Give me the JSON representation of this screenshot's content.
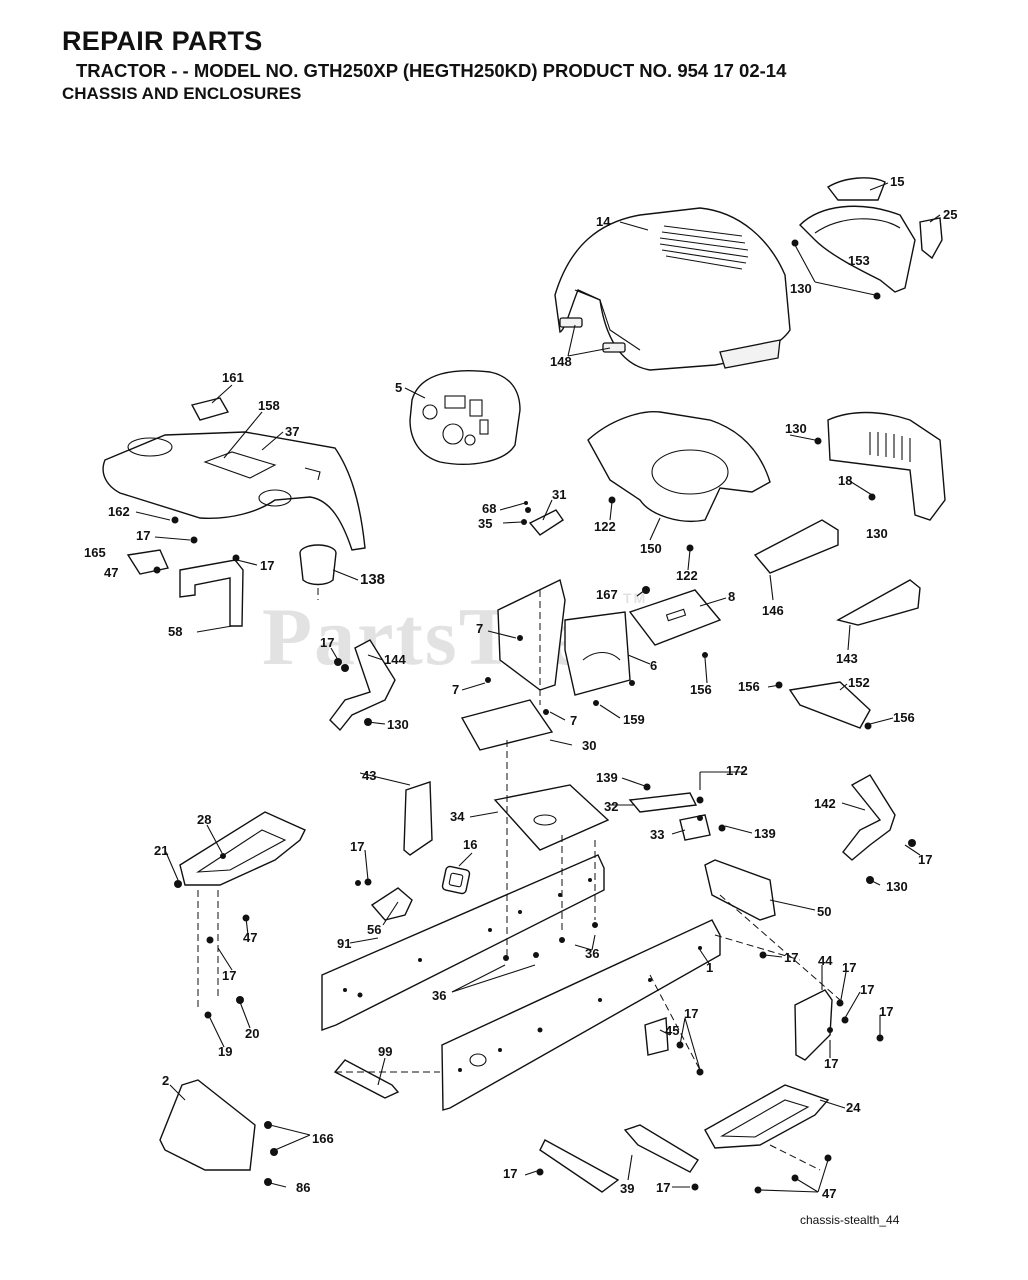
{
  "header": {
    "title": "REPAIR PARTS",
    "subtitle": "TRACTOR - - MODEL NO. GTH250XP (HEGTH250KD) PRODUCT NO. 954 17 02-14",
    "section": "CHASSIS AND ENCLOSURES"
  },
  "watermark": "PartsTree",
  "watermark_tm": "TM",
  "caption": "chassis-stealth_44",
  "callouts": {
    "c14": "14",
    "c15": "15",
    "c25": "25",
    "c153": "153",
    "c130a": "130",
    "c148": "148",
    "c5": "5",
    "c161": "161",
    "c158": "158",
    "c37": "37",
    "c162": "162",
    "c17a": "17",
    "c165": "165",
    "c47a": "47",
    "c17b": "17",
    "c138": "138",
    "c58": "58",
    "c130b": "130",
    "c18": "18",
    "c130c": "130",
    "c122a": "122",
    "c150": "150",
    "c122b": "122",
    "c146": "146",
    "c143": "143",
    "c68": "68",
    "c31": "31",
    "c35": "35",
    "c167": "167",
    "c8": "8",
    "c7a": "7",
    "c6": "6",
    "c156a": "156",
    "c156b": "156",
    "c152": "152",
    "c156c": "156",
    "c17c": "17",
    "c144": "144",
    "c7b": "7",
    "c159": "159",
    "c7c": "7",
    "c130d": "130",
    "c30": "30",
    "c43": "43",
    "c139a": "139",
    "c172": "172",
    "c32": "32",
    "c142": "142",
    "c34": "34",
    "c33": "33",
    "c139b": "139",
    "c28": "28",
    "c16": "16",
    "c21": "21",
    "c17d": "17",
    "c17e": "17",
    "c130e": "130",
    "c50": "50",
    "c56": "56",
    "c47b": "47",
    "c91": "91",
    "c36a": "36",
    "c36b": "36",
    "c17f": "17",
    "c17g": "17",
    "c1": "1",
    "c44": "44",
    "c17h": "17",
    "c17i": "17",
    "c17j": "17",
    "c20": "20",
    "c19": "19",
    "c45": "45",
    "c17k": "17",
    "c17l": "17",
    "c99": "99",
    "c2": "2",
    "c166": "166",
    "c24": "24",
    "c86": "86",
    "c17m": "17",
    "c39": "39",
    "c17n": "17",
    "c47c": "47"
  }
}
